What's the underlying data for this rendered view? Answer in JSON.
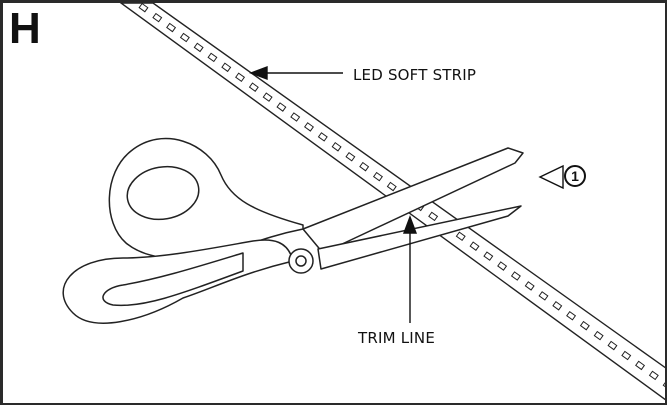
{
  "step": {
    "letter": "H"
  },
  "labels": {
    "led_strip": "LED SOFT STRIP",
    "trim_line": "TRIM LINE"
  },
  "callout": {
    "number": "1"
  }
}
